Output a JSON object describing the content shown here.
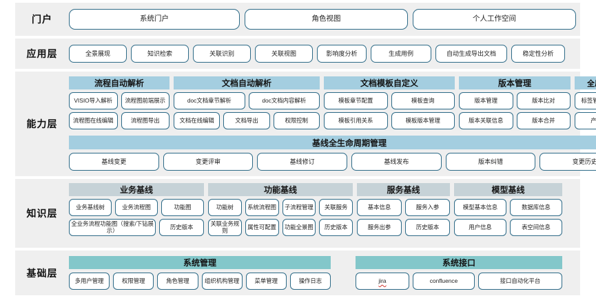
{
  "layers": {
    "portal": {
      "label": "门户",
      "items": [
        "系统门户",
        "角色视图",
        "个人工作空间"
      ]
    },
    "application": {
      "label": "应用层",
      "items": [
        "全景展现",
        "知识检索",
        "关联识别",
        "关联视图",
        "影响度分析",
        "生成用例",
        "自动生成导出文档",
        "稳定性分析"
      ]
    },
    "ability": {
      "label": "能力层",
      "groups": [
        {
          "title": "流程自动解析",
          "row1": [
            "VISIO导入解析",
            "流程图前端展示"
          ],
          "row2": [
            "流程图在线编辑",
            "流程图导出"
          ]
        },
        {
          "title": "文档自动解析",
          "row1": [
            "doc文档章节解析",
            "doc文档内容解析"
          ],
          "row2": [
            "文档在线编辑",
            "文档导出",
            "权限控制"
          ]
        },
        {
          "title": "文档模板自定义",
          "row1": [
            "模板章节配置",
            "模板查询"
          ],
          "row2": [
            "模板引用关系",
            "模板版本管理"
          ]
        },
        {
          "title": "版本管理",
          "row1": [
            "版本管理",
            "版本比对"
          ],
          "row2": [
            "版本关联信息",
            "版本合并"
          ]
        },
        {
          "title": "全局配置",
          "row1": [
            "标签管理/自定义"
          ],
          "row2": [
            "产品管理"
          ]
        }
      ],
      "baseline": {
        "title": "基线全生命周期管理",
        "items": [
          "基线变更",
          "变更评审",
          "基线修订",
          "基线发布",
          "版本纠错",
          "变更历史"
        ]
      }
    },
    "knowledge": {
      "label": "知识层",
      "groups": [
        {
          "title": "业务基线",
          "row1": [
            "业务基线树",
            "业务流程图",
            "功能图"
          ],
          "row2": [
            "全业务流程功能图（搜索/下钻展示）",
            "历史版本"
          ]
        },
        {
          "title": "功能基线",
          "row1": [
            "功能树",
            "系统流程图",
            "子流程管理",
            "关联服务"
          ],
          "row2": [
            "关联业务规则",
            "属性可配置",
            "功能全景图",
            "历史版本"
          ]
        },
        {
          "title": "服务基线",
          "row1": [
            "基本信息",
            "服务入参"
          ],
          "row2": [
            "服务出参",
            "历史版本"
          ]
        },
        {
          "title": "模型基线",
          "row1": [
            "模型基本信息",
            "数据库信息"
          ],
          "row2": [
            "用户信息",
            "表空间信息"
          ]
        }
      ]
    },
    "foundation": {
      "label": "基础层",
      "groups": [
        {
          "title": "系统管理",
          "items": [
            "多用户管理",
            "权限管理",
            "角色管理",
            "组织机构管理",
            "菜单管理",
            "操作日志"
          ]
        },
        {
          "title": "系统接口",
          "items": [
            "jira",
            "confluence",
            "接口自动化平台"
          ]
        }
      ]
    }
  },
  "colors": {
    "band_bg": "#efefef",
    "pill_border": "#2d6a87",
    "header_blue": "#a4cee0",
    "header_grey": "#c6d2d7",
    "header_teal": "#83c7ca",
    "page_bg": "#ffffff"
  }
}
